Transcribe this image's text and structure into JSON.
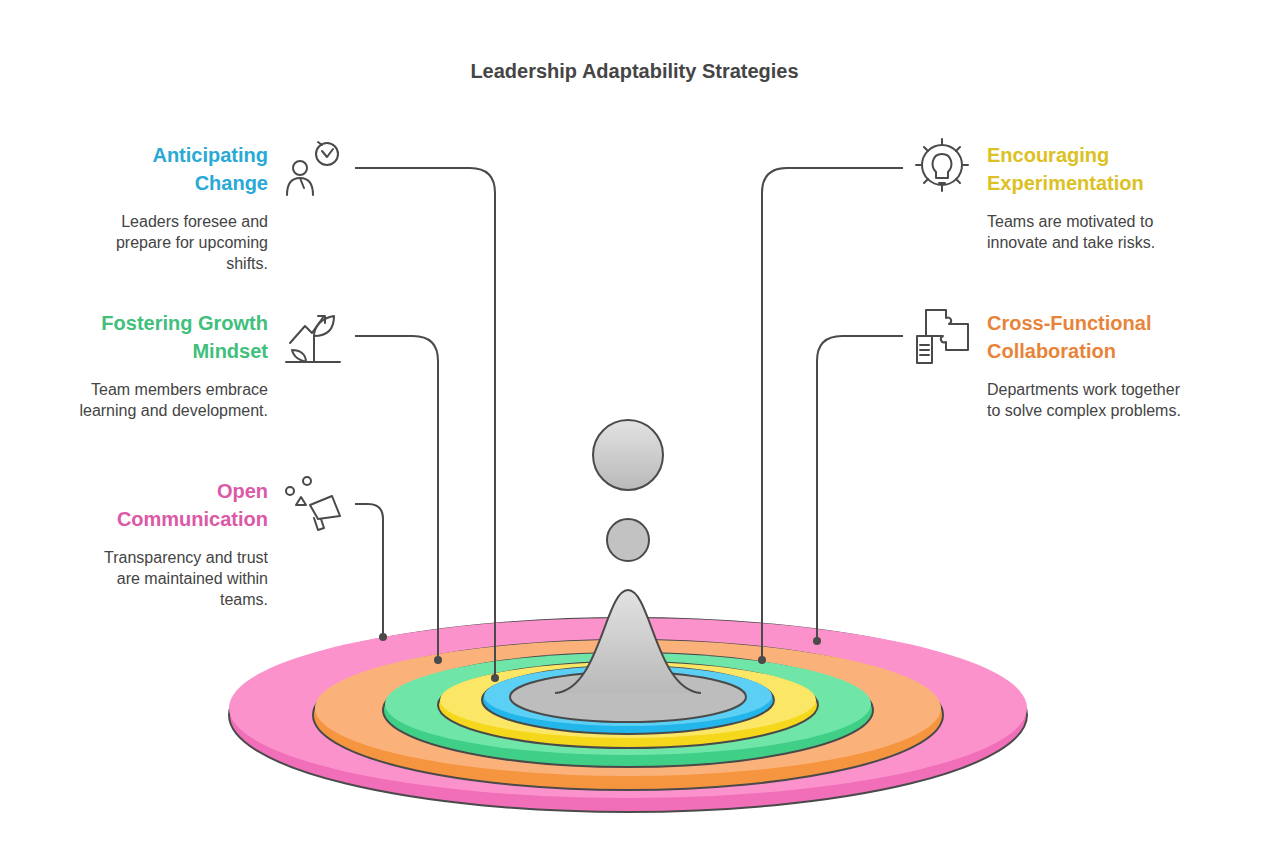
{
  "diagram": {
    "title": "Leadership Adaptability Strategies",
    "nodes": [
      {
        "text": [
          "Anticipating Change",
          "Leaders foresee and prepare for upcoming shifts."
        ]
      },
      {
        "text": [
          "Encouraging Experimentation",
          "Teams are motivated to innovate and take risks."
        ]
      },
      {
        "text": [
          "Fostering Growth Mindset",
          "Team members embrace learning and development."
        ]
      },
      {
        "text": [
          "Cross-Functional Collaboration",
          "Departments work together to solve complex problems."
        ]
      },
      {
        "text": [
          "Open Communication",
          "Transparency and trust are maintained within teams."
        ]
      }
    ]
  }
}
